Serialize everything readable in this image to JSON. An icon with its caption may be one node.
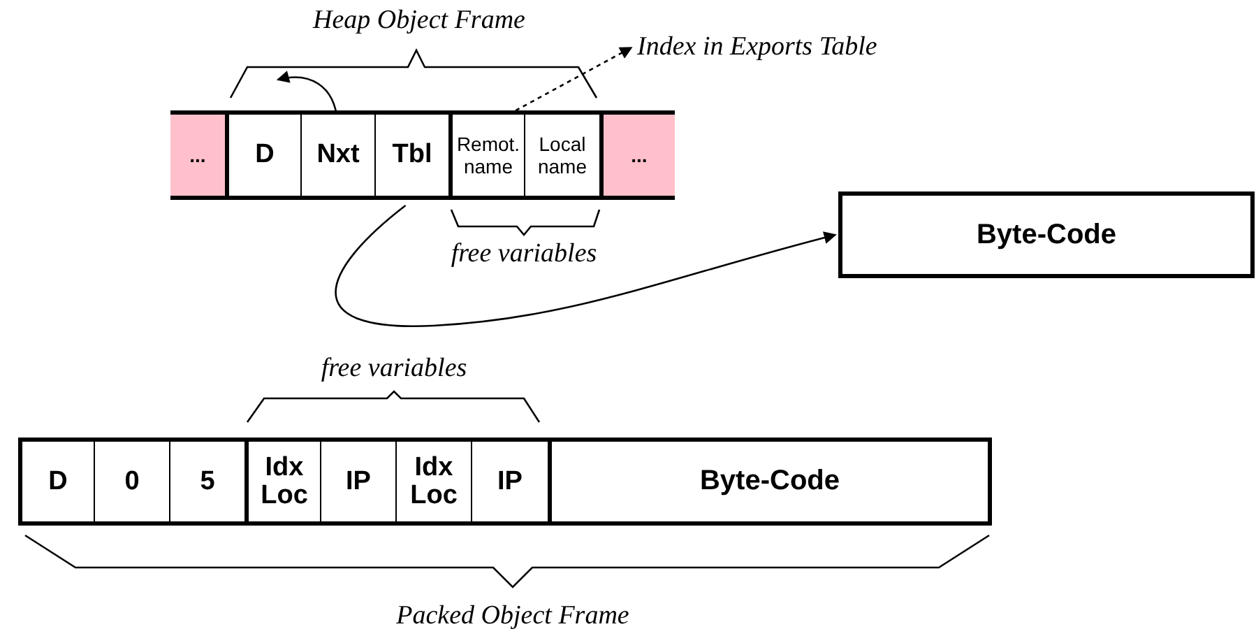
{
  "diagram": {
    "nodes": [
      {
        "text": [
          "Index in Exports Table"
        ]
      },
      {
        "text": [
          "..."
        ]
      },
      {
        "text": [
          "D"
        ]
      },
      {
        "text": [
          "Nxt"
        ]
      },
      {
        "text": [
          "Tbl"
        ]
      },
      {
        "text": [
          "Remot. name"
        ]
      },
      {
        "text": [
          "Local name"
        ]
      },
      {
        "text": [
          "..."
        ]
      },
      {
        "text": [
          "Byte-Code"
        ]
      },
      {
        "text": [
          "D"
        ]
      },
      {
        "text": [
          "0"
        ]
      },
      {
        "text": [
          "5"
        ]
      },
      {
        "text": [
          "Idx Loc"
        ]
      },
      {
        "text": [
          "IP"
        ]
      },
      {
        "text": [
          "Idx Loc"
        ]
      },
      {
        "text": [
          "IP"
        ]
      },
      {
        "text": [
          "Byte-Code"
        ]
      }
    ],
    "edges": [
      {
        "from": 3,
        "to": 2,
        "arrow": "to"
      },
      {
        "from": 5,
        "to": 0,
        "arrow": "to",
        "style": "dashed"
      },
      {
        "from": 4,
        "to": 8,
        "arrow": "to"
      }
    ],
    "labels": [
      "Heap Object Frame",
      "free variables",
      "free variables",
      "Packed Object Frame"
    ]
  }
}
